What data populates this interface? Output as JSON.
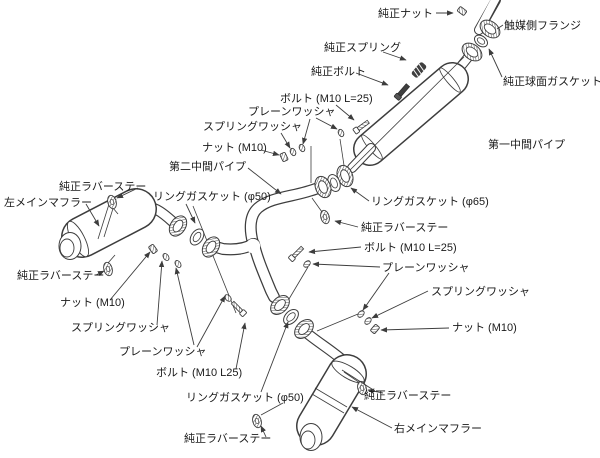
{
  "page": {
    "background": "#ffffff",
    "line_color": "#3d3d3d",
    "text_color": "#1a1a1a"
  },
  "diagram": {
    "kind": "exploded-parts-diagram",
    "subject": "dual exhaust system installation diagram"
  },
  "labels": {
    "oem_nut_top": "純正ナット",
    "catalyst_flange": "触媒側フランジ",
    "oem_spring": "純正スプリング",
    "oem_bolt": "純正ボルト",
    "oem_spherical_gasket": "純正球面ガスケット",
    "bolt_m10_l25_top": "ボルト (M10 L=25)",
    "plain_washer_top": "プレーンワッシャ",
    "spring_washer_top": "スプリングワッシャ",
    "nut_m10_top": "ナット (M10)",
    "second_mid_pipe": "第二中間パイプ",
    "first_mid_pipe": "第一中間パイプ",
    "ring_gasket_50_left": "リングガスケット (φ50)",
    "ring_gasket_65": "リングガスケット (φ65)",
    "oem_rubber_stay_left_top": "純正ラバーステー",
    "left_main_muffler": "左メインマフラー",
    "oem_rubber_stay_left_bottom": "純正ラバーステー",
    "oem_rubber_stay_mid_right": "純正ラバーステー",
    "bolt_m10_l25_right": "ボルト (M10 L=25)",
    "plain_washer_right": "プレーンワッシャ",
    "spring_washer_right": "スプリングワッシャ",
    "nut_m10_right": "ナット (M10)",
    "nut_m10_bottom_left": "ナット (M10)",
    "spring_washer_bottom_left": "スプリングワッシャ",
    "plain_washer_bottom_left": "プレーンワッシャ",
    "bolt_m10_l25_bottom_left": "ボルト (M10 L25)",
    "ring_gasket_50_bottom": "リングガスケット (φ50)",
    "oem_rubber_stay_bottom_center": "純正ラバーステー",
    "oem_rubber_stay_bottom_right": "純正ラバーステー",
    "right_main_muffler": "右メインマフラー"
  }
}
